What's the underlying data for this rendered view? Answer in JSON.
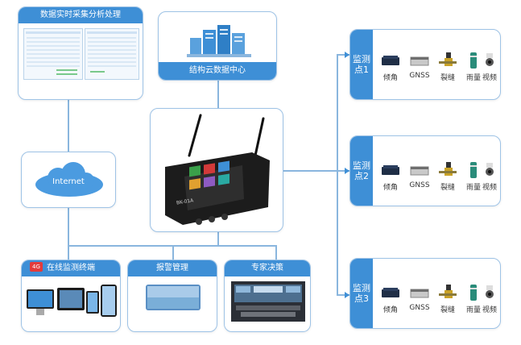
{
  "data_panel": {
    "title": "数据实时采集分析处理"
  },
  "cloud": {
    "title": "结构云数据中心"
  },
  "internet": {
    "label": "Internet"
  },
  "gateway": {
    "model": "BK-01A"
  },
  "monitor_points": [
    {
      "label": "监测点1",
      "sensors": [
        "倾角",
        "GNSS",
        "裂缝",
        "雨量",
        "视频"
      ]
    },
    {
      "label": "监测点2",
      "sensors": [
        "倾角",
        "GNSS",
        "裂缝",
        "雨量",
        "视频"
      ]
    },
    {
      "label": "监测点3",
      "sensors": [
        "倾角",
        "GNSS",
        "裂缝",
        "雨量",
        "视频"
      ]
    }
  ],
  "bottom_panels": {
    "terminal": {
      "title": "在线监测终端",
      "badge": "4G"
    },
    "alarm": {
      "title": "报警管理"
    },
    "expert": {
      "title": "专家决策"
    }
  },
  "colors": {
    "accent": "#3e8fd6",
    "border": "#9ec3e6",
    "line": "#8ab6de"
  }
}
